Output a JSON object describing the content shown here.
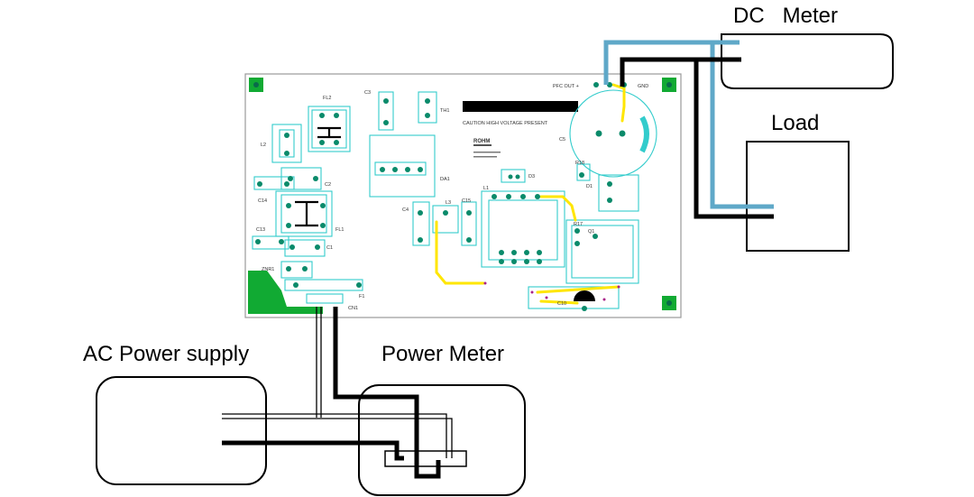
{
  "labels": {
    "dc_meter": "DC   Meter",
    "load": "Load",
    "ac_power_supply": "AC Power supply",
    "power_meter": "Power Meter"
  },
  "pcb": {
    "caution": "CAUTION HIGH VOLTAGE PRESENT",
    "brand": "ROHM",
    "pfc_out": "PFC OUT +",
    "gnd": "GND",
    "refs": [
      "FL2",
      "C3",
      "TH1",
      "L2",
      "C5",
      "DA1",
      "R18",
      "D3",
      "C2",
      "C14",
      "C4",
      "L3",
      "C15",
      "L1",
      "D1",
      "FL1",
      "C13",
      "C1",
      "R17",
      "Q1",
      "ZNR1",
      "F1",
      "CN1",
      "C10"
    ]
  },
  "colors": {
    "board_outline": "#999999",
    "silkscreen": "#33cccc",
    "pad": "#0a8a6a",
    "dc_positive_wire": "#5fa8c8",
    "dc_negative_wire": "#000000",
    "ac_wire": "#000000",
    "trace": "#ffe600",
    "copper": "#11aa33"
  }
}
